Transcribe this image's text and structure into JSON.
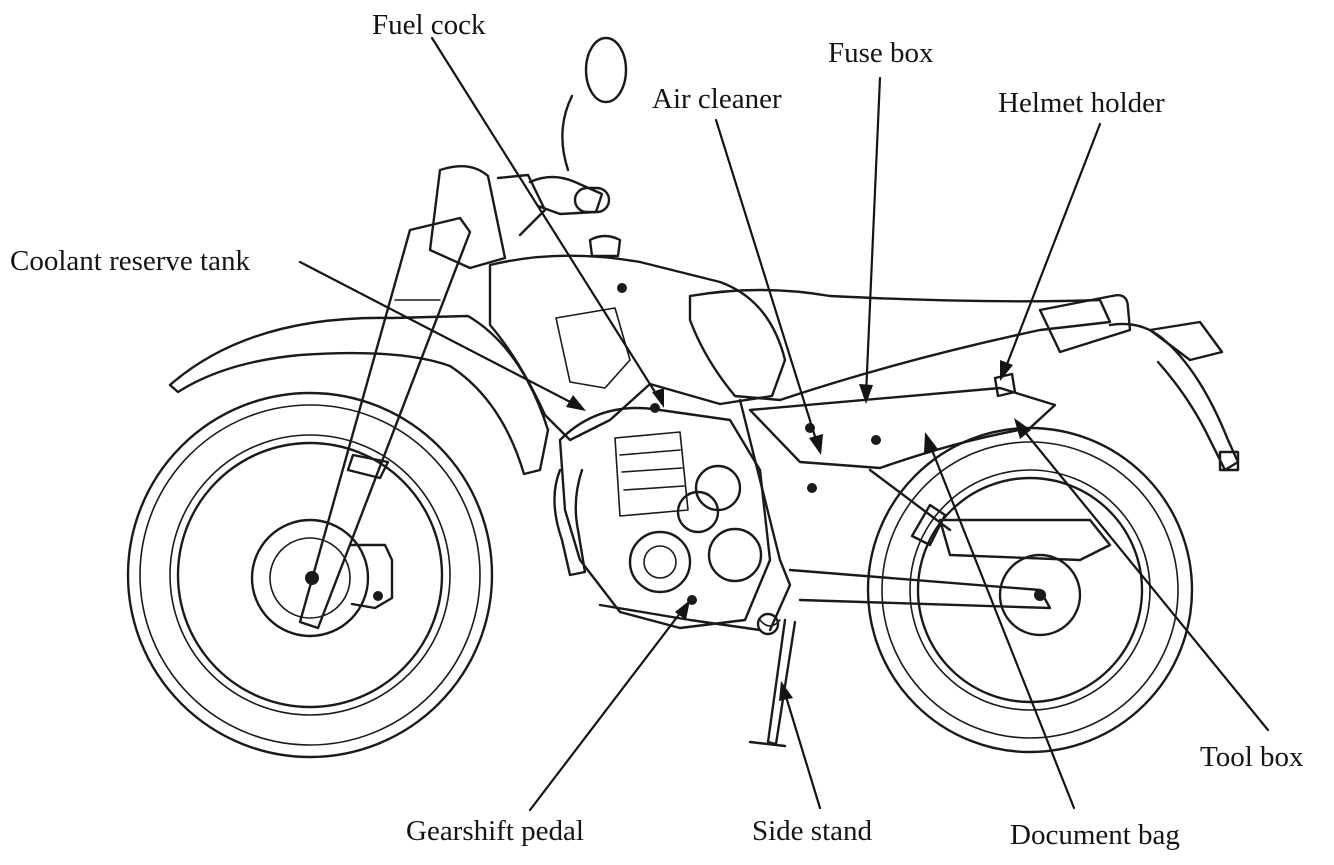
{
  "labels": {
    "fuel_cock": "Fuel cock",
    "fuse_box": "Fuse box",
    "air_cleaner": "Air cleaner",
    "helmet_holder": "Helmet holder",
    "coolant_reserve_tank": "Coolant reserve tank",
    "gearshift_pedal": "Gearshift pedal",
    "side_stand": "Side stand",
    "document_bag": "Document bag",
    "tool_box": "Tool box"
  },
  "colors": {
    "ink": "#1a1a1a",
    "background": "#ffffff"
  }
}
